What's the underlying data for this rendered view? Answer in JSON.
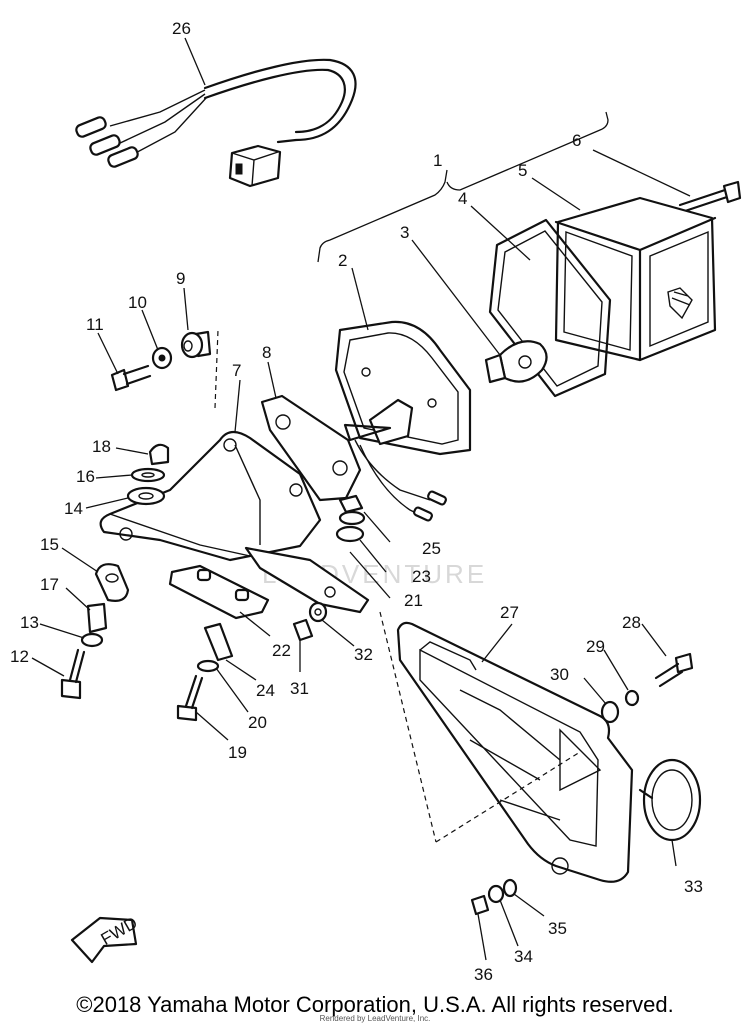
{
  "callouts": {
    "c1": "1",
    "c2": "2",
    "c3": "3",
    "c4": "4",
    "c5": "5",
    "c6": "6",
    "c7": "7",
    "c8": "8",
    "c9": "9",
    "c10": "10",
    "c11": "11",
    "c12": "12",
    "c13": "13",
    "c14": "14",
    "c15": "15",
    "c16": "16",
    "c17": "17",
    "c18": "18",
    "c19": "19",
    "c20": "20",
    "c21": "21",
    "c22": "22",
    "c23": "23",
    "c24": "24",
    "c25": "25",
    "c26": "26",
    "c27": "27",
    "c28": "28",
    "c29": "29",
    "c30": "30",
    "c31": "31",
    "c32": "32",
    "c33": "33",
    "c34": "34",
    "c35": "35",
    "c36": "36"
  },
  "fwd_label": "FWD",
  "watermark": "LEADVENTURE",
  "footer": {
    "copyright": "©2018 Yamaha Motor Corporation, U.S.A. All rights reserved.",
    "credit": "Rendered by LeadVenture, Inc."
  }
}
